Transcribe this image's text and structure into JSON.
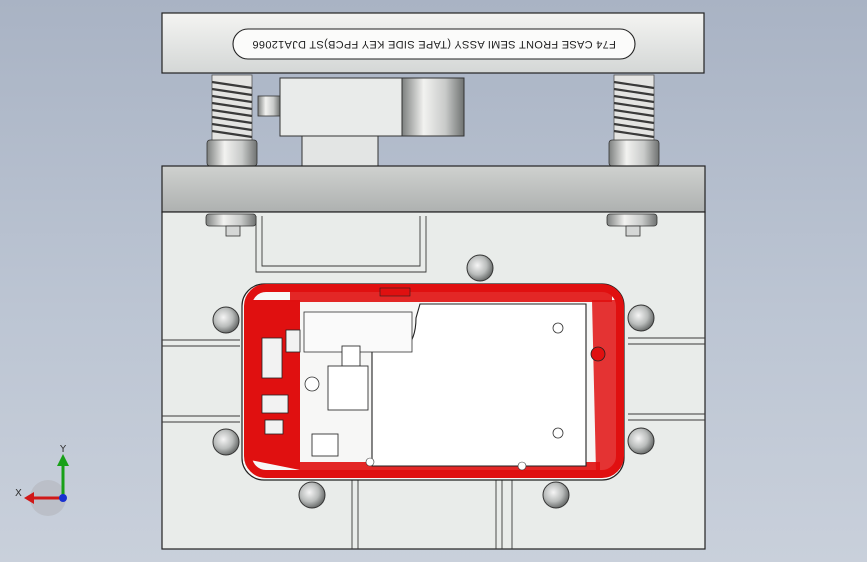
{
  "window": {
    "title": ""
  },
  "fixture": {
    "label": "F74 CASE FRONT SEMI ASSY (TAPE SIDE KEY FPCB)ST DJA12066",
    "label_rotated": true
  },
  "triad": {
    "x_label": "X",
    "y_label": "Y",
    "z_label": ""
  },
  "colors": {
    "background_top": "#a9b3c4",
    "background_bottom": "#c9d0db",
    "plate": "#e8ebea",
    "plate_edge": "#222222",
    "part_red": "#e01010",
    "axis_x": "#d01818",
    "axis_y": "#18a018",
    "axis_z": "#1830d0"
  }
}
